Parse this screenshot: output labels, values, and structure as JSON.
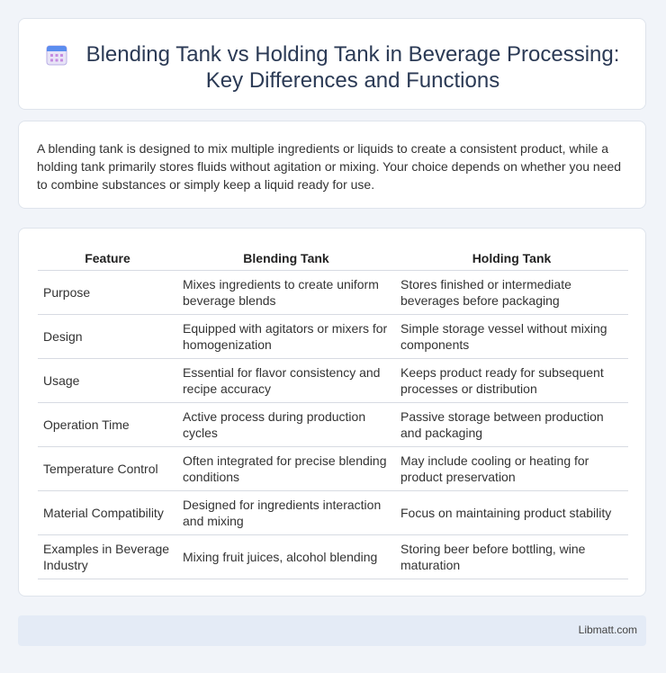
{
  "header": {
    "title_line1": "Blending Tank vs Holding Tank in Beverage Processing:",
    "title_line2": "Key Differences and Functions",
    "icon": "calendar-icon"
  },
  "intro": {
    "text": "A blending tank is designed to mix multiple ingredients or liquids to create a consistent product, while a holding tank primarily stores fluids without agitation or mixing. Your choice depends on whether you need to combine substances or simply keep a liquid ready for use."
  },
  "table": {
    "headers": [
      "Feature",
      "Blending Tank",
      "Holding Tank"
    ],
    "rows": [
      [
        "Purpose",
        "Mixes ingredients to create uniform beverage blends",
        "Stores finished or intermediate beverages before packaging"
      ],
      [
        "Design",
        "Equipped with agitators or mixers for homogenization",
        "Simple storage vessel without mixing components"
      ],
      [
        "Usage",
        "Essential for flavor consistency and recipe accuracy",
        "Keeps product ready for subsequent processes or distribution"
      ],
      [
        "Operation Time",
        "Active process during production cycles",
        "Passive storage between production and packaging"
      ],
      [
        "Temperature Control",
        "Often integrated for precise blending conditions",
        "May include cooling or heating for product preservation"
      ],
      [
        "Material Compatibility",
        "Designed for ingredients interaction and mixing",
        "Focus on maintaining product stability"
      ],
      [
        "Examples in Beverage Industry",
        "Mixing fruit juices, alcohol blending",
        "Storing beer before bottling, wine maturation"
      ]
    ]
  },
  "footer": {
    "brand": "Libmatt.com"
  }
}
